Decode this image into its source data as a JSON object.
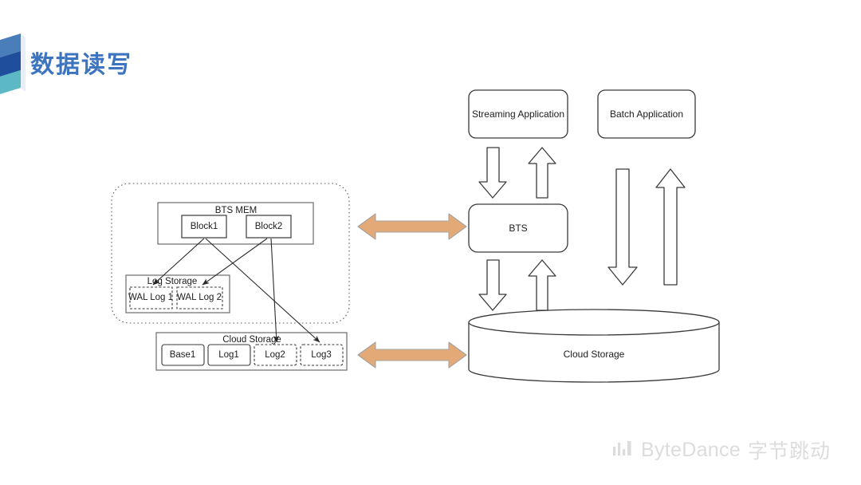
{
  "slide": {
    "title": "数据读写",
    "title_color": "#3d74c0",
    "background": "#ffffff"
  },
  "brand_mark": {
    "name": "bytedance-slide-mark",
    "colors": [
      "#4a7ebb",
      "#1f4e9c",
      "#5bb8c4"
    ]
  },
  "footer": {
    "icon": "bar-chart-icon",
    "wordmark": "ByteDance",
    "wordmark_cn": "字节跳动",
    "color": "#dcdcdc"
  },
  "left_cluster": {
    "name": "bts-node-container",
    "border_style": "dotted-rounded",
    "mem_box": {
      "label": "BTS MEM",
      "blocks": [
        {
          "label": "Block1"
        },
        {
          "label": "Block2"
        }
      ]
    },
    "log_storage": {
      "label": "Log Storage",
      "wal_logs": [
        {
          "label": "WAL Log 1",
          "border": "dashed"
        },
        {
          "label": "WAL Log 2",
          "border": "dashed"
        }
      ]
    },
    "cloud_storage": {
      "label": "Cloud Storage",
      "items": [
        {
          "label": "Base1",
          "border": "solid"
        },
        {
          "label": "Log1",
          "border": "solid"
        },
        {
          "label": "Log2",
          "border": "dashed"
        },
        {
          "label": "Log3",
          "border": "dashed"
        }
      ]
    }
  },
  "connectors": {
    "color": "#2b2b2b",
    "edges": [
      {
        "from": "Block1",
        "to": "WAL Log 1"
      },
      {
        "from": "Block1",
        "to": "Log3"
      },
      {
        "from": "Block2",
        "to": "WAL Log 2"
      },
      {
        "from": "Block2",
        "to": "Log2"
      }
    ]
  },
  "link_arrows": {
    "fill": "#e3a977",
    "stroke": "#9a9a9a",
    "items": [
      {
        "name": "mem-to-bts-link",
        "direction": "bidirectional"
      },
      {
        "name": "cloudstorage-to-cloudstorage-link",
        "direction": "bidirectional"
      }
    ]
  },
  "right_cluster": {
    "streaming_app": {
      "label": "Streaming Application"
    },
    "batch_app": {
      "label": "Batch Application"
    },
    "bts": {
      "label": "BTS"
    },
    "cloud_storage": {
      "label": "Cloud Storage",
      "shape": "cylinder"
    },
    "block_arrows": [
      {
        "name": "streaming-to-bts-arrow",
        "direction": "down"
      },
      {
        "name": "bts-to-streaming-arrow",
        "direction": "up"
      },
      {
        "name": "bts-to-cloud-arrow",
        "direction": "down"
      },
      {
        "name": "cloud-to-bts-arrow",
        "direction": "up"
      },
      {
        "name": "batch-to-cloud-arrow",
        "direction": "down"
      },
      {
        "name": "cloud-to-batch-arrow",
        "direction": "up"
      }
    ]
  }
}
